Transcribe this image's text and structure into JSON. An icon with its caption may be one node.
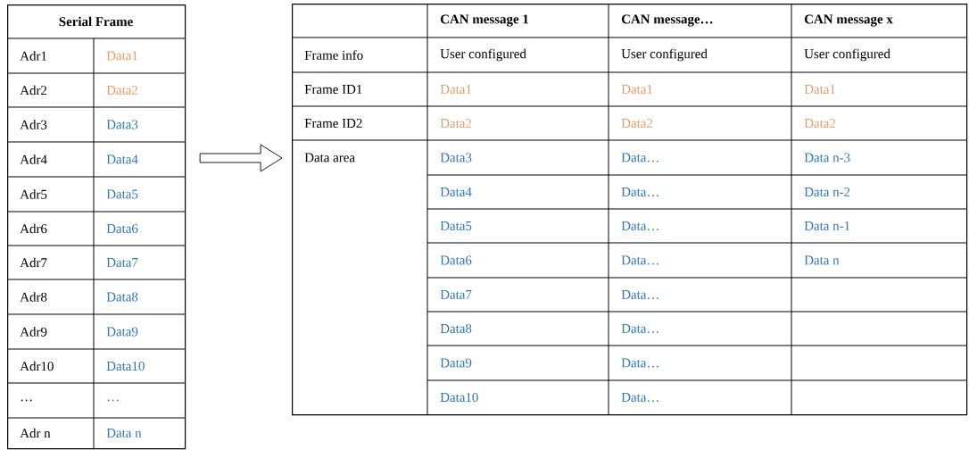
{
  "diagram": {
    "nodes": [
      {
        "text": [
          "Serial Frame",
          "Adr1",
          "Data1",
          "Adr2",
          "Data2",
          "Adr3",
          "Data3",
          "Adr4",
          "Data4",
          "Adr5",
          "Data5",
          "Adr6",
          "Data6",
          "Adr7",
          "Data7",
          "Adr8",
          "Data8",
          "Adr9",
          "Data9",
          "Adr10",
          "Data10",
          "…",
          "…",
          "Adr n",
          "Data n"
        ]
      },
      {
        "text": [
          "CAN message 1",
          "CAN message…",
          "CAN message x",
          "Frame info",
          "User configured",
          "User configured",
          "User configured",
          "Frame ID1",
          "Data1",
          "Data1",
          "Data1",
          "Frame ID2",
          "Data2",
          "Data2",
          "Data2",
          "Data area",
          "Data3",
          "Data…",
          "Data n-3",
          "Data4",
          "Data…",
          "Data n-2",
          "Data5",
          "Data…",
          "Data n-1",
          "Data6",
          "Data…",
          "Data n",
          "Data7",
          "Data…",
          "Data8",
          "Data…",
          "Data9",
          "Data…",
          "Data10",
          "Data…"
        ]
      }
    ],
    "edges": [
      {
        "from": 0,
        "to": 1,
        "arrow": "to"
      }
    ]
  }
}
